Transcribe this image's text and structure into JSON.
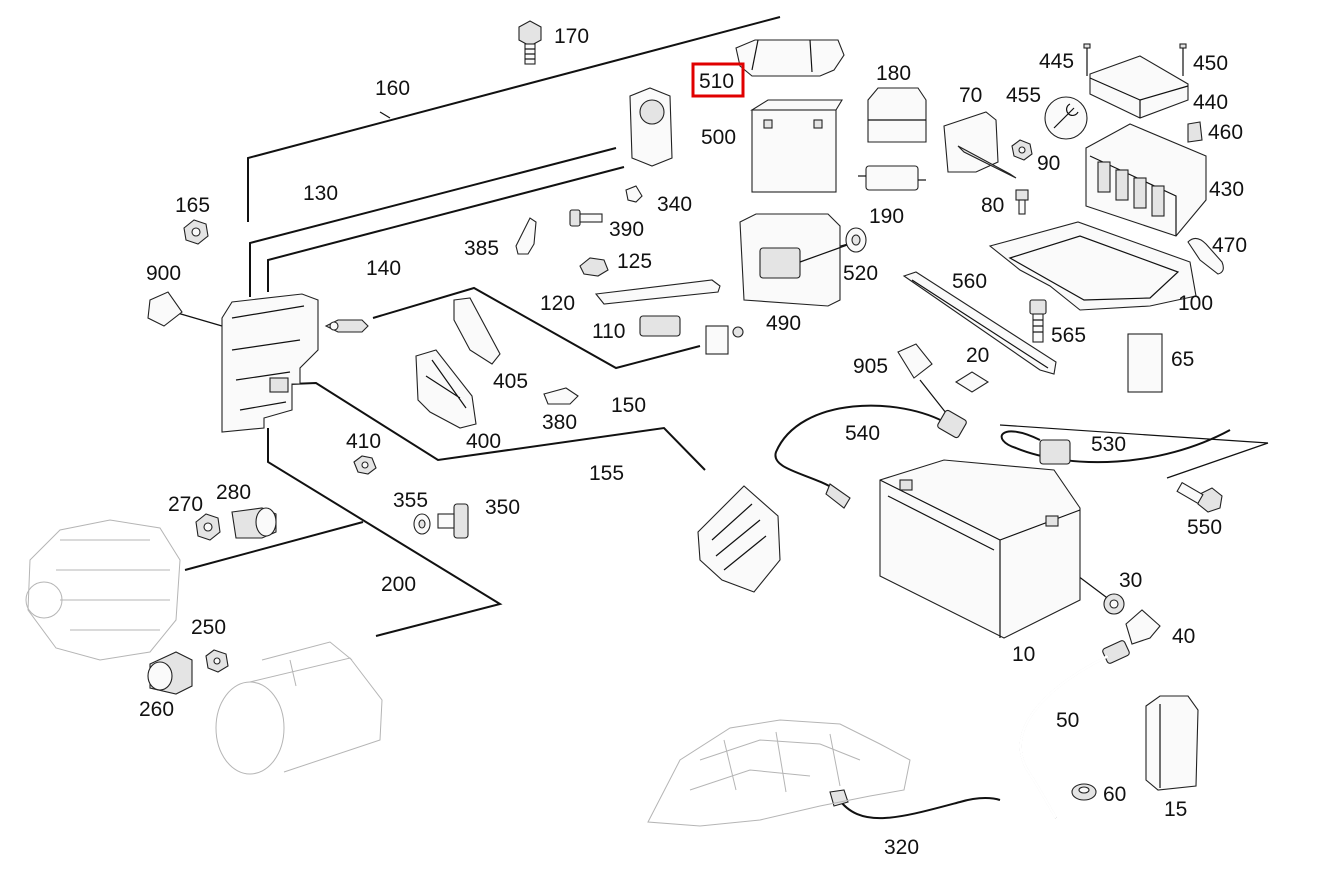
{
  "diagram": {
    "highlighted_label": "510",
    "highlight_color": "#e00000",
    "labels": {
      "p170": "170",
      "p160": "160",
      "p510": "510",
      "p180": "180",
      "p70": "70",
      "p455": "455",
      "p445": "445",
      "p450": "450",
      "p440": "440",
      "p460": "460",
      "p500": "500",
      "p430": "430",
      "p165": "165",
      "p130": "130",
      "p340": "340",
      "p390": "390",
      "p90": "90",
      "p80": "80",
      "p190": "190",
      "p140": "140",
      "p385": "385",
      "p125": "125",
      "p900": "900",
      "p520": "520",
      "p470": "470",
      "p560": "560",
      "p120": "120",
      "p100": "100",
      "p110": "110",
      "p490": "490",
      "p565": "565",
      "p65": "65",
      "p405": "405",
      "p905": "905",
      "p20": "20",
      "p150": "150",
      "p380": "380",
      "p400": "400",
      "p540": "540",
      "p530": "530",
      "p410": "410",
      "p155": "155",
      "p270": "270",
      "p280": "280",
      "p355": "355",
      "p350": "350",
      "p550": "550",
      "p30": "30",
      "p200": "200",
      "p250": "250",
      "p40": "40",
      "p10": "10",
      "p260": "260",
      "p50": "50",
      "p60": "60",
      "p15": "15",
      "p320": "320"
    }
  }
}
